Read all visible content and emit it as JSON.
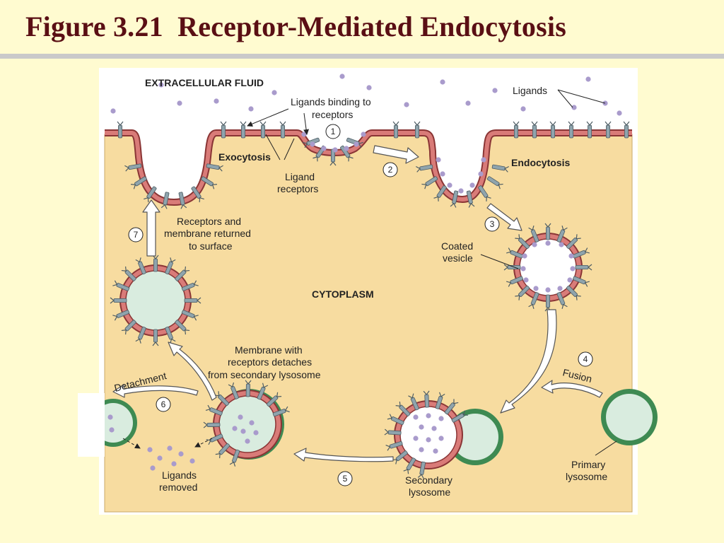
{
  "title": "Figure 3.21  Receptor-Mediated Endocytosis",
  "labels": {
    "extracellular_fluid": "EXTRACELLULAR FLUID",
    "ligands_top": "Ligands",
    "ligands_binding_1": "Ligands binding to",
    "ligands_binding_2": "receptors",
    "exocytosis": "Exocytosis",
    "ligand_receptors_1": "Ligand",
    "ligand_receptors_2": "receptors",
    "endocytosis": "Endocytosis",
    "receptors_returned_1": "Receptors and",
    "receptors_returned_2": "membrane returned",
    "receptors_returned_3": "to surface",
    "coated_vesicle_1": "Coated",
    "coated_vesicle_2": "vesicle",
    "cytoplasm": "CYTOPLASM",
    "membrane_detaches_1": "Membrane with",
    "membrane_detaches_2": "receptors detaches",
    "membrane_detaches_3": "from secondary lysosome",
    "detachment": "Detachment",
    "fusion": "Fusion",
    "ligands_removed_1": "Ligands",
    "ligands_removed_2": "removed",
    "secondary_lysosome_1": "Secondary",
    "secondary_lysosome_2": "lysosome",
    "primary_lysosome_1": "Primary",
    "primary_lysosome_2": "lysosome"
  },
  "steps": [
    "1",
    "2",
    "3",
    "4",
    "5",
    "6",
    "7"
  ],
  "colors": {
    "background": "#fffbd0",
    "title": "#5a0f14",
    "cytoplasm": "#f7dca0",
    "membrane_fill": "#d97b78",
    "membrane_stroke": "#8a3535",
    "receptor": "#8fa4ad",
    "ligand": "#a99bcc",
    "lysosome_wall": "#3e8a52",
    "lysosome_fill": "#d9ecdf",
    "vesicle_fill": "#d9ecdf"
  }
}
